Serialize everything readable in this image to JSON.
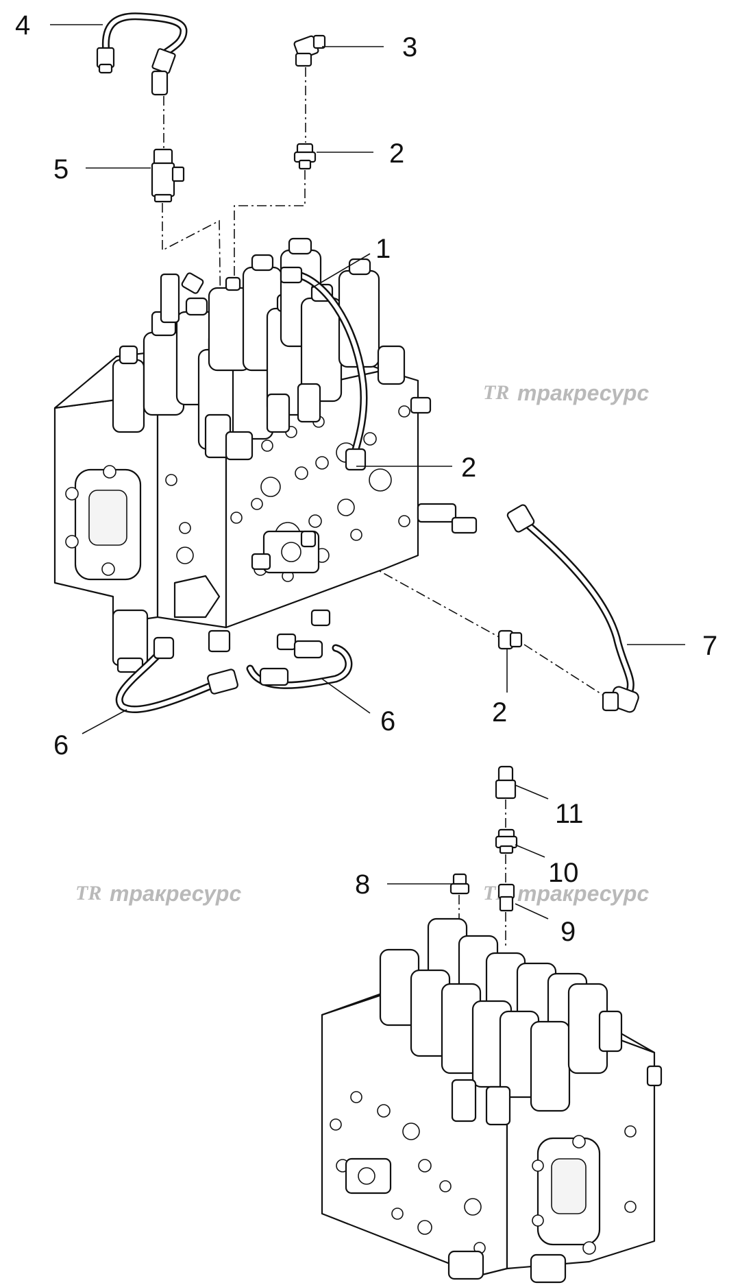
{
  "watermark": {
    "text": "трак­ресурс",
    "logo_letters": "TR"
  },
  "callouts": {
    "c1": "1",
    "c2a": "2",
    "c2b": "2",
    "c2c": "2",
    "c3": "3",
    "c4": "4",
    "c5": "5",
    "c6a": "6",
    "c6b": "6",
    "c7": "7",
    "c8": "8",
    "c9": "9",
    "c10": "10",
    "c11": "11"
  }
}
